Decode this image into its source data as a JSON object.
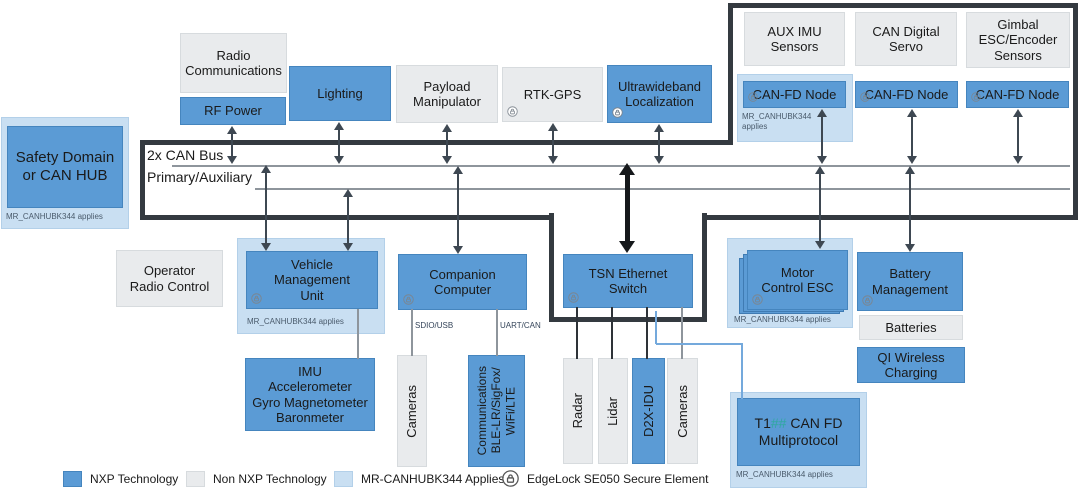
{
  "safety": {
    "label": "Safety Domain\nor CAN HUB"
  },
  "notes": {
    "applies": "MR_CANHUBK344 applies",
    "applies_2line": "MR_CANHUBK344\napplies"
  },
  "bus": {
    "row1": "2x CAN Bus",
    "row2": "Primary/Auxiliary"
  },
  "top": {
    "radio": "Radio\nCommunications",
    "rf": "RF Power",
    "lighting": "Lighting",
    "payload": "Payload\nManipulator",
    "rtk": "RTK-GPS",
    "uwb": "Ultrawideband\nLocalization"
  },
  "canfd": {
    "aux": "AUX IMU\nSensors",
    "servo": "CAN Digital\nServo",
    "gimbal": "Gimbal\nESC/Encoder\nSensors",
    "node": "CAN-FD Node"
  },
  "mid": {
    "operator": "Operator\nRadio Control",
    "vmu": "Vehicle\nManagement\nUnit",
    "companion": "Companion\nComputer",
    "tsn": "TSN Ethernet\nSwitch",
    "motor": "Motor\nControl ESC",
    "battery": "Battery\nManagement"
  },
  "ports": {
    "sdio": "SDIO/USB",
    "uart": "UART/CAN"
  },
  "bottom": {
    "imu": "IMU\nAccelerometer\nGyro Magnetometer\nBaronmeter",
    "cameras": "Cameras",
    "comms": "Communications\nBLE-LR/SigFox/\nWiFi/LTE",
    "radar": "Radar",
    "lidar": "Lidar",
    "d2x": "D2X-IDU",
    "batteries": "Batteries",
    "qi": "QI Wireless\nCharging",
    "t1_prefix": "T1",
    "t1_hash": "##",
    "t1_rest": " CAN FD\nMultiprotocol"
  },
  "legend": {
    "nxp": "NXP Technology",
    "non_nxp": "Non NXP Technology",
    "mr": "MR-CANHUBK344 Applies",
    "edgelock": "EdgeLock SE050 Secure Element"
  },
  "colors": {
    "nxp_blue": "#5B9BD5",
    "light_blue": "#C9DFF2",
    "non_nxp_gray": "#E9EBED",
    "outline_dark": "#343A40",
    "hash_teal": "#2FA8A0"
  }
}
